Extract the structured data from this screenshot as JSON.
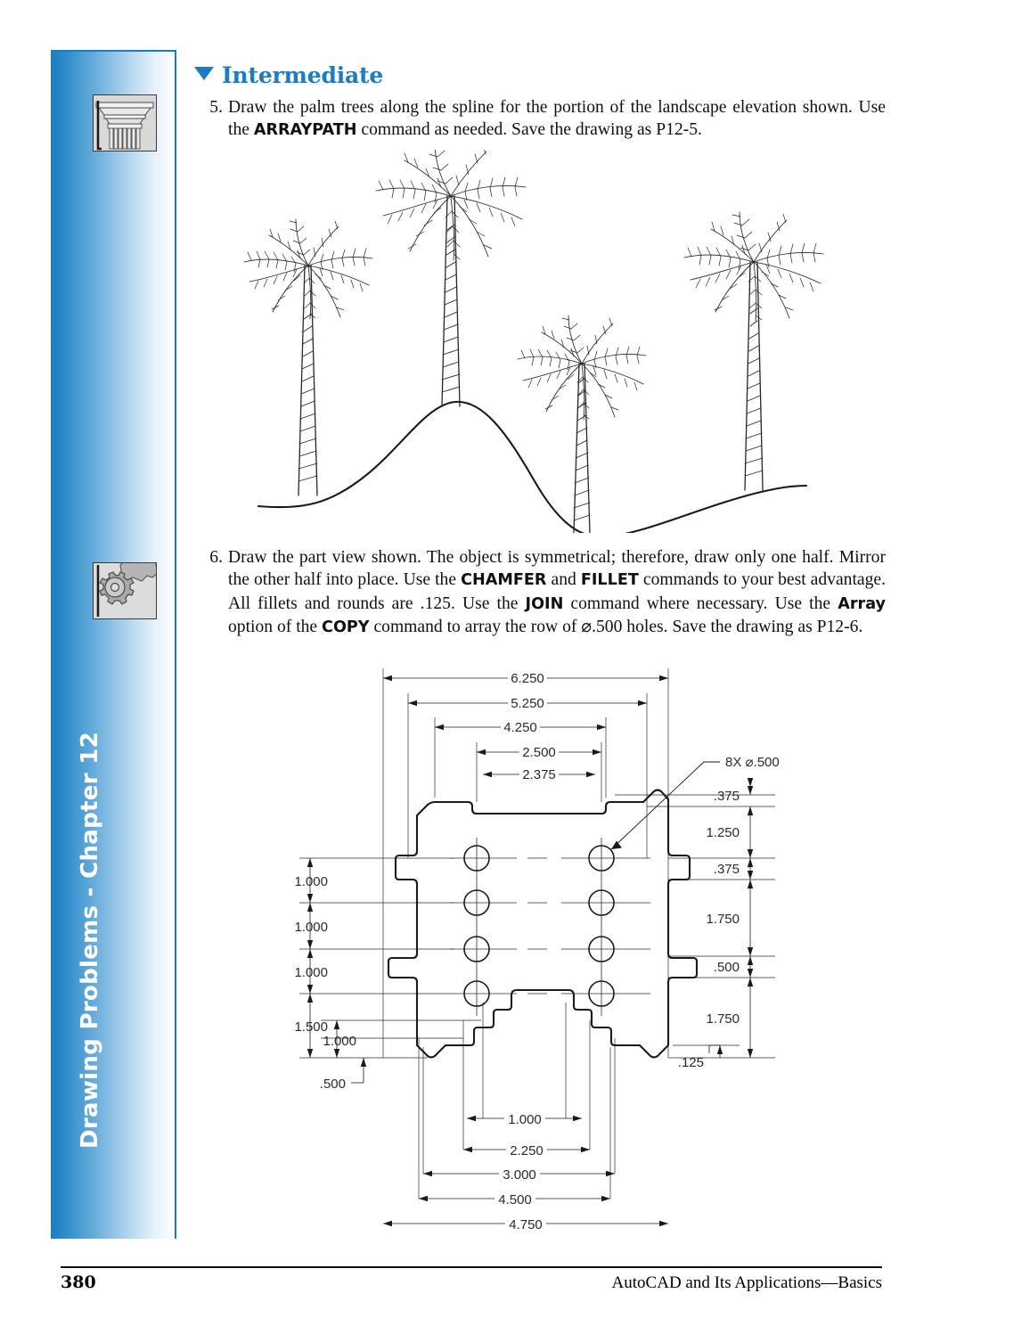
{
  "page": {
    "number": "380",
    "book_title": "AutoCAD and Its Applications—Basics",
    "sidebar_label": "Drawing Problems - Chapter 12",
    "accent_color": "#1a7cc2"
  },
  "section": {
    "heading": "Intermediate",
    "marker_icon": "triangle-down-icon"
  },
  "icons": {
    "column": "classical-column-icon",
    "gears": "gears-icon"
  },
  "problems": [
    {
      "number": "5.",
      "parts": [
        {
          "t": "Draw the palm trees along the spline for the portion of the landscape elevation shown. Use the ",
          "b": false
        },
        {
          "t": "ARRAYPATH",
          "b": true
        },
        {
          "t": " command as needed. Save the drawing as P12-5.",
          "b": false
        }
      ]
    },
    {
      "number": "6.",
      "parts": [
        {
          "t": "Draw the part view shown. The object is symmetrical; therefore, draw only one half. Mirror the other half into place. Use the ",
          "b": false
        },
        {
          "t": "CHAMFER",
          "b": true
        },
        {
          "t": " and ",
          "b": false
        },
        {
          "t": "FILLET",
          "b": true
        },
        {
          "t": " commands to your best advantage. All fillets and rounds are .125. Use the ",
          "b": false
        },
        {
          "t": "JOIN",
          "b": true
        },
        {
          "t": " command where necessary. Use the ",
          "b": false
        },
        {
          "t": "Array",
          "b": true
        },
        {
          "t": " option of the ",
          "b": false
        },
        {
          "t": "COPY",
          "b": true
        },
        {
          "t": " command to array the row of ⌀.500 holes. Save the drawing as P12-6.",
          "b": false
        }
      ]
    }
  ],
  "figures": {
    "palm_elevation": {
      "name": "palm-trees-landscape-elevation",
      "tree_count": 4,
      "description": "Four palm trees arrayed along a spline ground line"
    },
    "part_view": {
      "name": "symmetrical-part-view-dimensioned",
      "leader_note": "8X ⌀.500",
      "horizontal_dimensions_top": [
        "6.250",
        "5.250",
        "4.250",
        "2.500",
        "2.375"
      ],
      "horizontal_dimensions_bottom": [
        "1.000",
        "2.250",
        "3.000",
        "4.500",
        "4.750"
      ],
      "vertical_dimensions_left": [
        "1.000",
        "1.000",
        "1.000",
        "1.500",
        "1.000",
        ".500"
      ],
      "vertical_dimensions_right": [
        ".375",
        "1.250",
        ".375",
        "1.750",
        ".500",
        "1.750",
        ".125"
      ],
      "hole_rows": 4,
      "hole_columns": 2,
      "hole_diameter": ".500"
    }
  },
  "chart_data": {
    "type": "table",
    "title": "P12-6 part view dimensions (inches)",
    "dim_top": {
      "labels": [
        "6.250",
        "5.250",
        "4.250",
        "2.500",
        "2.375"
      ],
      "values": [
        6.25,
        5.25,
        4.25,
        2.5,
        2.375
      ]
    },
    "dim_bottom": {
      "labels": [
        "1.000",
        "2.250",
        "3.000",
        "4.500",
        "4.750"
      ],
      "values": [
        1.0,
        2.25,
        3.0,
        4.5,
        4.75
      ]
    },
    "dim_left": {
      "labels": [
        "1.000",
        "1.000",
        "1.000",
        "1.500",
        "1.000",
        ".500"
      ],
      "values": [
        1.0,
        1.0,
        1.0,
        1.5,
        1.0,
        0.5
      ]
    },
    "dim_right": {
      "labels": [
        ".375",
        "1.250",
        ".375",
        "1.750",
        ".500",
        "1.750",
        ".125"
      ],
      "values": [
        0.375,
        1.25,
        0.375,
        1.75,
        0.5,
        1.75,
        0.125
      ]
    },
    "holes": {
      "count": 8,
      "diameter": 0.5,
      "note": "8X ⌀.500"
    },
    "fillets_rounds": 0.125
  }
}
